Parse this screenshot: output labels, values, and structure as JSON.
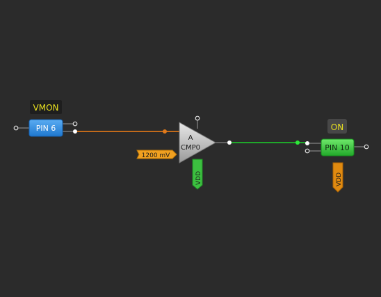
{
  "colors": {
    "background": "#2b2b2b",
    "pin_input": "#2f8fe6",
    "pin_output": "#33c23a",
    "wire_input": "#c26a1a",
    "wire_output": "#1fa82a",
    "label_yellow": "#e8e020",
    "vref_orange": "#f0a020",
    "vdd_green": "#3cc040",
    "vdd_orange": "#e08a10"
  },
  "labels": {
    "vmon": "VMON",
    "on": "ON"
  },
  "pins": {
    "input": "PIN 6",
    "output": "PIN 10"
  },
  "comparator": {
    "channel": "A",
    "name": "CMP0",
    "vref": "1200 mV",
    "supply": "VDD"
  },
  "output_supply": "VDD"
}
